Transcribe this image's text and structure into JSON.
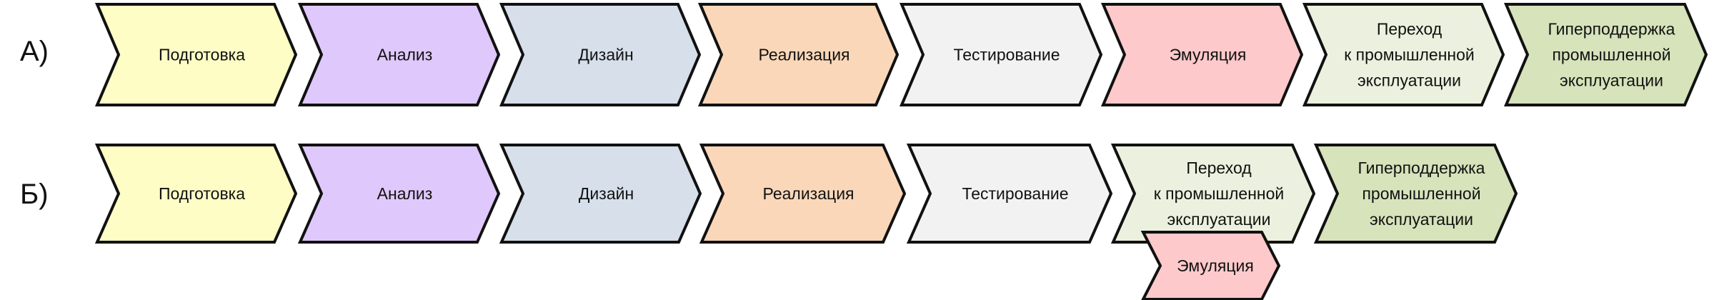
{
  "colors": {
    "stroke": "#111111",
    "preparation": "#fdfdc5",
    "analysis": "#dfc8fb",
    "design": "#d6dfea",
    "implementation": "#fad7b9",
    "testing": "#f2f2f2",
    "emulation": "#fdc9cb",
    "transition": "#ebf1de",
    "hypercare": "#d6e3bb"
  },
  "rows": [
    {
      "label": "А)",
      "stages": [
        {
          "name": "preparation",
          "lines": [
            "Подготовка"
          ]
        },
        {
          "name": "analysis",
          "lines": [
            "Анализ"
          ]
        },
        {
          "name": "design",
          "lines": [
            "Дизайн"
          ]
        },
        {
          "name": "implementation",
          "lines": [
            "Реализация"
          ]
        },
        {
          "name": "testing",
          "lines": [
            "Тестирование"
          ]
        },
        {
          "name": "emulation",
          "lines": [
            "Эмуляция"
          ]
        },
        {
          "name": "transition",
          "lines": [
            "Переход",
            "к промышленной",
            "эксплуатации"
          ]
        },
        {
          "name": "hypercare",
          "lines": [
            "Гиперподдержка",
            "промышленной",
            "эксплуатации"
          ]
        }
      ]
    },
    {
      "label": "Б)",
      "stages": [
        {
          "name": "preparation",
          "lines": [
            "Подготовка"
          ]
        },
        {
          "name": "analysis",
          "lines": [
            "Анализ"
          ]
        },
        {
          "name": "design",
          "lines": [
            "Дизайн"
          ]
        },
        {
          "name": "implementation",
          "lines": [
            "Реализация"
          ]
        },
        {
          "name": "testing",
          "lines": [
            "Тестирование"
          ]
        },
        {
          "name": "transition",
          "lines": [
            "Переход",
            "к промышленной",
            "эксплуатации"
          ]
        },
        {
          "name": "hypercare",
          "lines": [
            "Гиперподдержка",
            "промышленной",
            "эксплуатации"
          ]
        },
        {
          "name": "emulation",
          "lines": [
            "Эмуляция"
          ]
        }
      ]
    }
  ]
}
